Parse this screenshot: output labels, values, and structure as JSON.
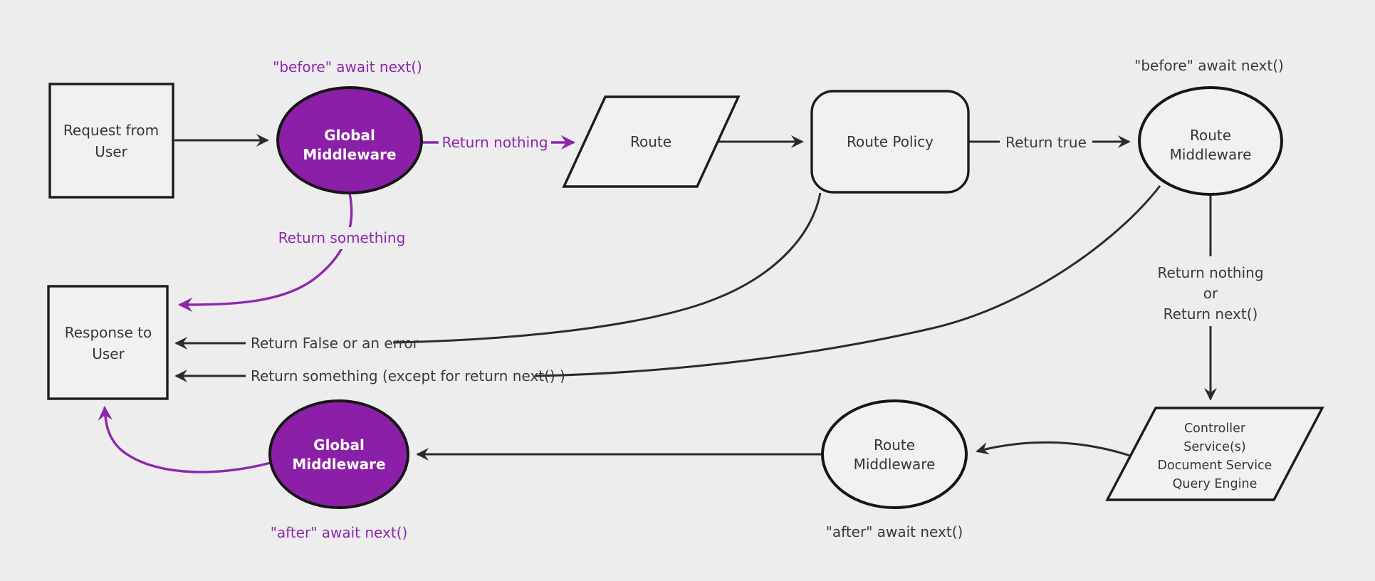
{
  "colors": {
    "background": "#ededed",
    "node_fill": "#f1f1f1",
    "stroke_dark": "#1c1c1c",
    "edge_dark": "#2b2b2b",
    "text_dark": "#3a3a3a",
    "purple_fill": "#8c1fa8",
    "purple_accent": "#8e27ad",
    "white": "#ffffff"
  },
  "nodes": {
    "request_from_user": {
      "shape": "rectangle",
      "line1": "Request from",
      "line2": "User"
    },
    "global_middleware_top": {
      "shape": "ellipse",
      "line1": "Global",
      "line2": "Middleware"
    },
    "route": {
      "shape": "parallelogram",
      "label": "Route"
    },
    "route_policy": {
      "shape": "rounded-rectangle",
      "label": "Route Policy"
    },
    "route_middleware_top": {
      "shape": "ellipse",
      "line1": "Route",
      "line2": "Middleware"
    },
    "response_to_user": {
      "shape": "rectangle",
      "line1": "Response to",
      "line2": "User"
    },
    "controller": {
      "shape": "parallelogram",
      "line1": "Controller",
      "line2": "Service(s)",
      "line3": "Document Service",
      "line4": "Query Engine"
    },
    "route_middleware_bottom": {
      "shape": "ellipse",
      "line1": "Route",
      "line2": "Middleware"
    },
    "global_middleware_bottom": {
      "shape": "ellipse",
      "line1": "Global",
      "line2": "Middleware"
    }
  },
  "edge_labels": {
    "return_nothing": "Return nothing",
    "return_true": "Return true",
    "return_something": "Return something",
    "return_false_or_error": "Return False or an error",
    "return_something_except": "Return something (except for return next() )",
    "return_nothing_or_next": {
      "line1": "Return nothing",
      "line2": "or",
      "line3": "Return next()"
    }
  },
  "annotations": {
    "before_await_next_global": "\"before\" await next()",
    "before_await_next_route": "\"before\" await next()",
    "after_await_next_route": "\"after\" await next()",
    "after_await_next_global": "\"after\" await next()"
  }
}
